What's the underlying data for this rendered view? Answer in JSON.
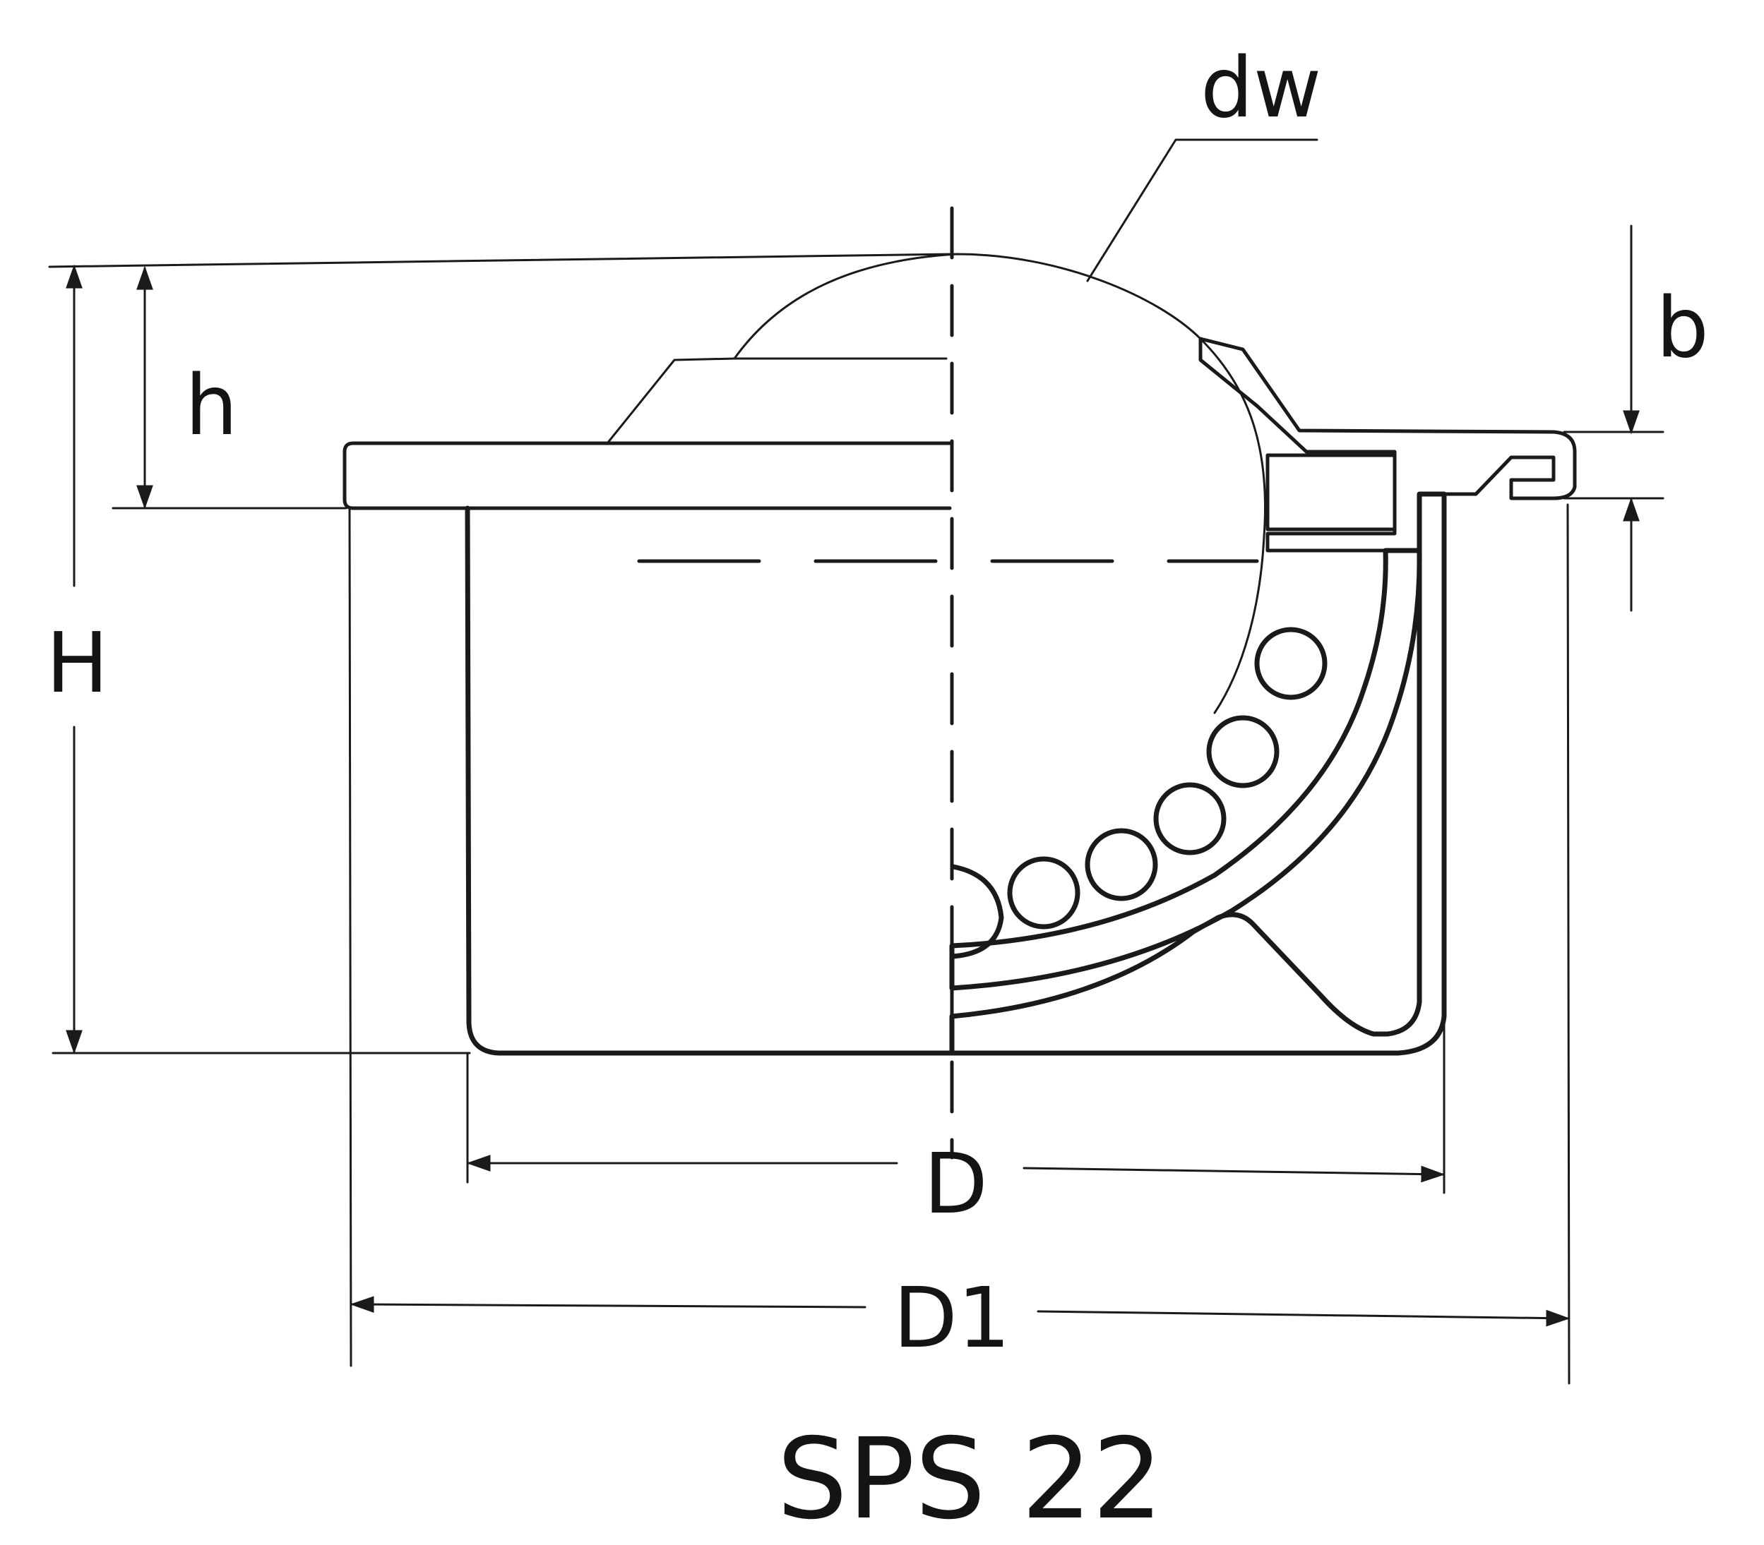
{
  "labels": {
    "dw": "dw",
    "h": "h",
    "b": "b",
    "H": "H",
    "D": "D",
    "D1": "D1"
  },
  "title": "SPS 22",
  "colors": {
    "ink": "#1a1a1a",
    "background": "#ffffff"
  }
}
